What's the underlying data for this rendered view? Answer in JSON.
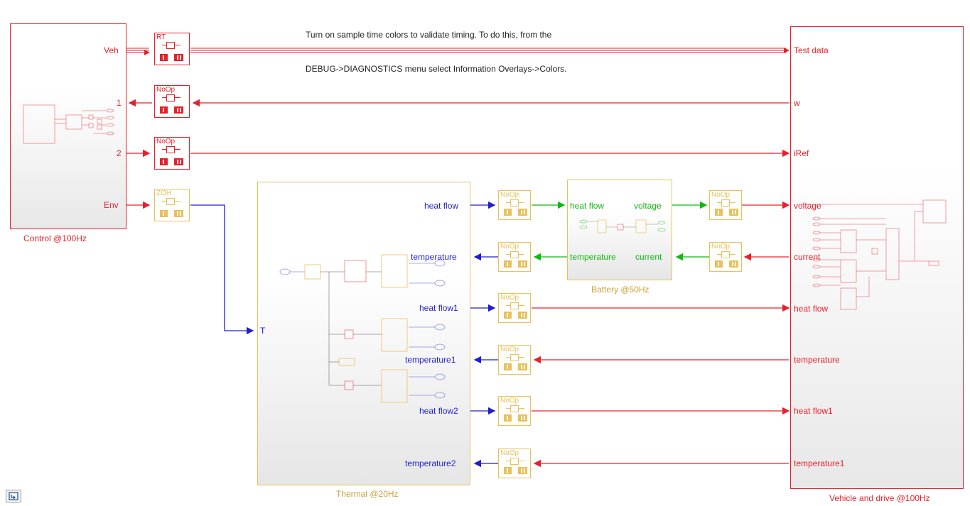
{
  "annotation": {
    "line1": "Turn on sample time colors to validate timing. To do this, from the",
    "line2": "DEBUG->DIAGNOSTICS menu select Information Overlays->Colors."
  },
  "control": {
    "caption": "Control @100Hz",
    "ports": {
      "veh": "Veh",
      "out1": "1",
      "out2": "2",
      "env": "Env"
    }
  },
  "thermal": {
    "caption": "Thermal @20Hz",
    "ports": {
      "t": "T",
      "heat_flow": "heat flow",
      "temperature": "temperature",
      "heat_flow1": "heat flow1",
      "temperature1": "temperature1",
      "heat_flow2": "heat flow2",
      "temperature2": "temperature2"
    }
  },
  "battery": {
    "caption": "Battery @50Hz",
    "ports": {
      "heat_flow": "heat flow",
      "voltage": "voltage",
      "temperature": "temperature",
      "current": "current"
    }
  },
  "vehicle": {
    "caption": "Vehicle and drive @100Hz",
    "ports": {
      "test_data": "Test data",
      "w": "w",
      "iref": "iRef",
      "voltage": "voltage",
      "current": "current",
      "heat_flow": "heat flow",
      "temperature": "temperature",
      "heat_flow1": "heat flow1",
      "temperature1": "temperature1"
    }
  },
  "rate_transitions": [
    {
      "label": "RT"
    },
    {
      "label": "NoOp"
    },
    {
      "label": "NoOp"
    },
    {
      "label": "ZOH"
    },
    {
      "label": "NoOp"
    },
    {
      "label": "NoOp"
    },
    {
      "label": "NoOp"
    },
    {
      "label": "NoOp"
    },
    {
      "label": "NoOp"
    },
    {
      "label": "NoOp"
    },
    {
      "label": "NoOp"
    },
    {
      "label": "NoOp"
    }
  ],
  "colors": {
    "red": "#e8202a",
    "blue": "#1f1fd0",
    "green": "#11b811",
    "gold": "#e8c15a"
  }
}
